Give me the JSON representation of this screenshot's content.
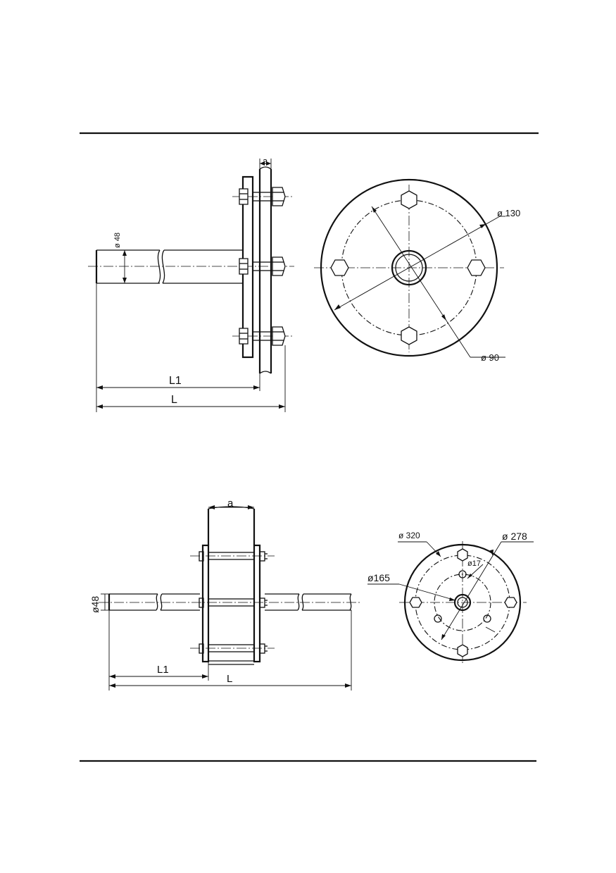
{
  "figure_top": {
    "dim_a": "a",
    "dim_pipe_diameter": "ø 48",
    "dim_L1": "L1",
    "dim_L": "L",
    "dim_bolt_circle": "ø 130",
    "dim_bore": "ø 90"
  },
  "figure_bottom": {
    "dim_a": "a",
    "dim_pipe_diameter": "ø48",
    "dim_L1": "L1",
    "dim_L": "L",
    "dim_outer": "ø 320",
    "dim_bolt_circle": "ø 278",
    "dim_hole": "ø17",
    "dim_inner_circle": "ø165"
  }
}
